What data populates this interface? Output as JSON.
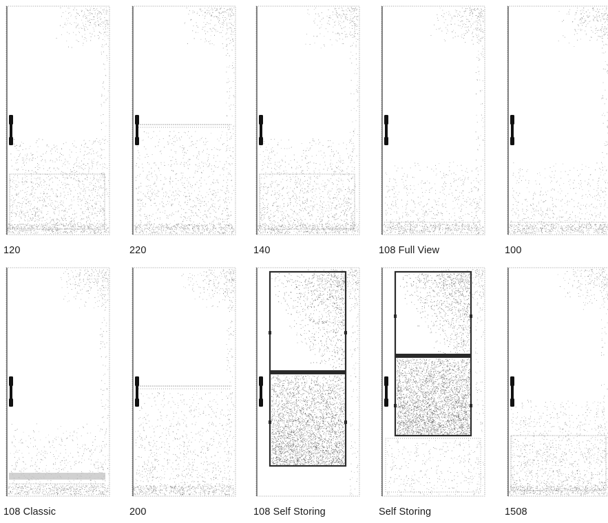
{
  "doors": [
    {
      "model": "120",
      "style": "lower-panel",
      "kickplate": "low"
    },
    {
      "model": "220",
      "style": "mid-rail",
      "kickplate": "low"
    },
    {
      "model": "140",
      "style": "lower-panel",
      "kickplate": "low"
    },
    {
      "model": "108 Full View",
      "style": "full-view",
      "kickplate": "bottom"
    },
    {
      "model": "100",
      "style": "full-view",
      "kickplate": "bottom"
    },
    {
      "model": "108 Classic",
      "style": "full-view",
      "kickplate": "bottom-strip"
    },
    {
      "model": "200",
      "style": "mid-rail",
      "kickplate": "bottom"
    },
    {
      "model": "108 Self Storing",
      "style": "self-storing-full",
      "kickplate": "none"
    },
    {
      "model": "Self Storing",
      "style": "self-storing-short",
      "kickplate": "lower-panel"
    },
    {
      "model": "1508",
      "style": "lower-panel",
      "kickplate": "low"
    }
  ],
  "colors": {
    "frame": "#8a8a8a",
    "stipple": "#6a6a6a",
    "handle": "#111111",
    "rail": "#2a2a2a",
    "glass_dark": "#555555"
  }
}
